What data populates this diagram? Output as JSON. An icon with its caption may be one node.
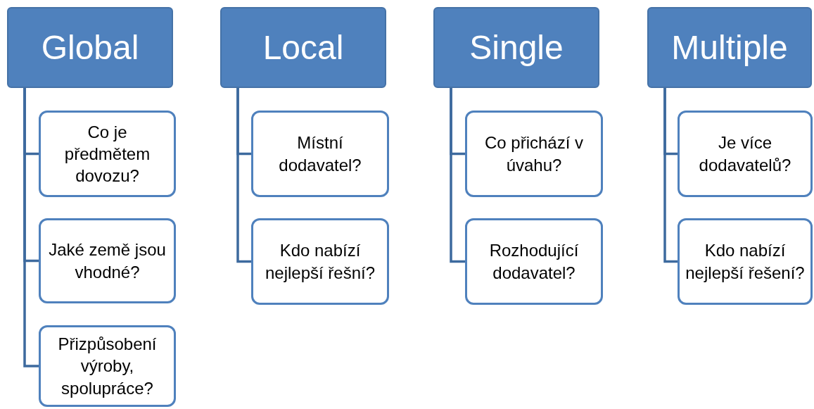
{
  "diagram": {
    "nodes": [
      {
        "text": [
          "Global"
        ]
      },
      {
        "text": [
          "Co je předmětem dovozu?"
        ]
      },
      {
        "text": [
          "Jaké země jsou vhodné?"
        ]
      },
      {
        "text": [
          "Přizpůsobení výroby, spolupráce?"
        ]
      },
      {
        "text": [
          "Local"
        ]
      },
      {
        "text": [
          "Místní dodavatel?"
        ]
      },
      {
        "text": [
          "Kdo nabízí nejlepší řešní?"
        ]
      },
      {
        "text": [
          "Single"
        ]
      },
      {
        "text": [
          "Co přichází v úvahu?"
        ]
      },
      {
        "text": [
          "Rozhodující dodavatel?"
        ]
      },
      {
        "text": [
          "Multiple"
        ]
      },
      {
        "text": [
          "Je více dodavatelů?"
        ]
      },
      {
        "text": [
          "Kdo nabízí nejlepší řešení?"
        ]
      }
    ],
    "edges": [
      {
        "from": 0,
        "to": 1,
        "arrow": "none"
      },
      {
        "from": 0,
        "to": 2,
        "arrow": "none"
      },
      {
        "from": 0,
        "to": 3,
        "arrow": "none"
      },
      {
        "from": 4,
        "to": 5,
        "arrow": "none"
      },
      {
        "from": 4,
        "to": 6,
        "arrow": "none"
      },
      {
        "from": 7,
        "to": 8,
        "arrow": "none"
      },
      {
        "from": 7,
        "to": 9,
        "arrow": "none"
      },
      {
        "from": 10,
        "to": 11,
        "arrow": "none"
      },
      {
        "from": 10,
        "to": 12,
        "arrow": "none"
      }
    ]
  }
}
